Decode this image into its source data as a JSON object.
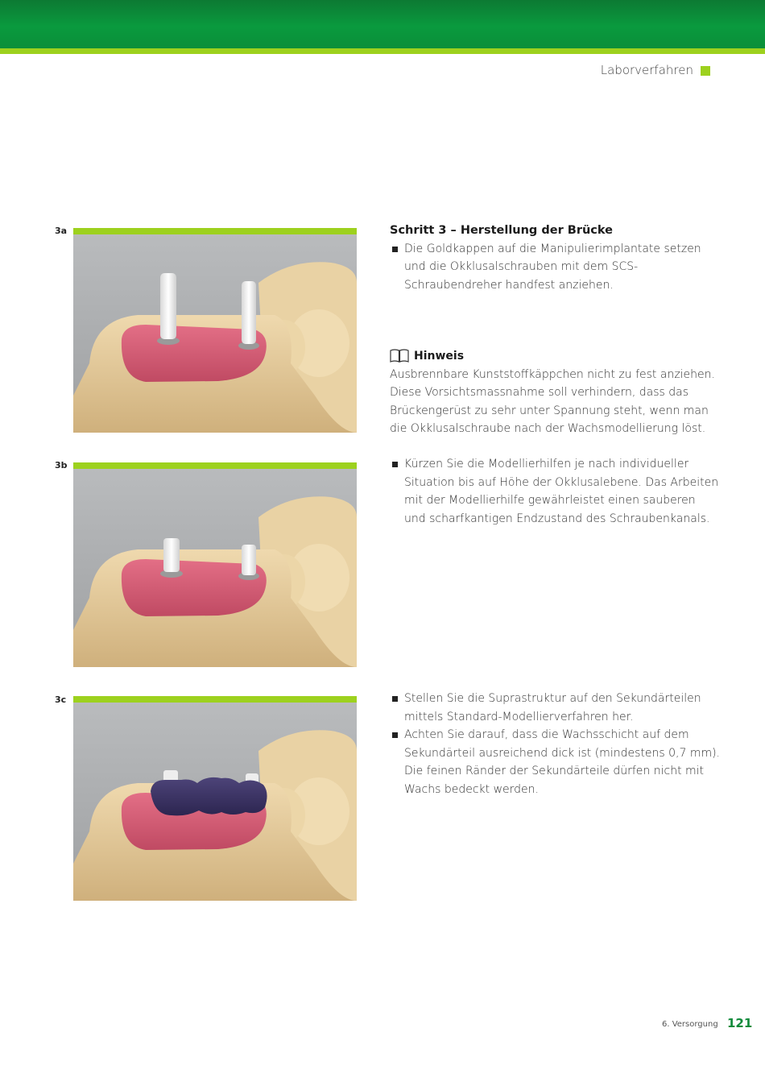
{
  "header": {
    "section": "Laborverfahren"
  },
  "figures": [
    {
      "label": "3a"
    },
    {
      "label": "3b"
    },
    {
      "label": "3c"
    }
  ],
  "step": {
    "title": "Schritt 3 – Herstellung der Brücke",
    "bullets_a": [
      "Die Goldkappen auf die Manipulierimplantate setzen und die Okklusalschrauben mit dem SCS-Schraubendreher handfest anziehen."
    ],
    "note_title": "Hinweis",
    "note_text": "Ausbrennbare Kunststoffkäppchen nicht zu fest anziehen. Diese Vorsichtsmassnahme soll verhindern, dass das Brückengerüst zu sehr unter Spannung steht, wenn man die Okklusalschraube nach der Wachsmodellierung löst.",
    "bullets_b": [
      "Kürzen Sie die Modellierhilfen je nach individueller Situation bis auf Höhe der Okklusalebene. Das Arbeiten mit der Modellierhilfe gewährleistet einen sauberen und scharfkantigen Endzustand des Schraubenkanals."
    ],
    "bullets_c": [
      "Stellen Sie die Suprastruktur auf den Sekundärteilen mittels Standard-Modellierverfahren her.",
      "Achten Sie darauf, dass die Wachsschicht auf dem Sekundärteil ausreichend dick ist (mindestens 0,7 mm). Die feinen Ränder der Sekundärteile dürfen nicht mit Wachs bedeckt werden."
    ]
  },
  "footer": {
    "section": "6. Versorgung",
    "page": "121"
  },
  "colors": {
    "green_dark": "#0c7a33",
    "green_light": "#9dd11e"
  },
  "icons": {
    "note": "book-icon"
  }
}
